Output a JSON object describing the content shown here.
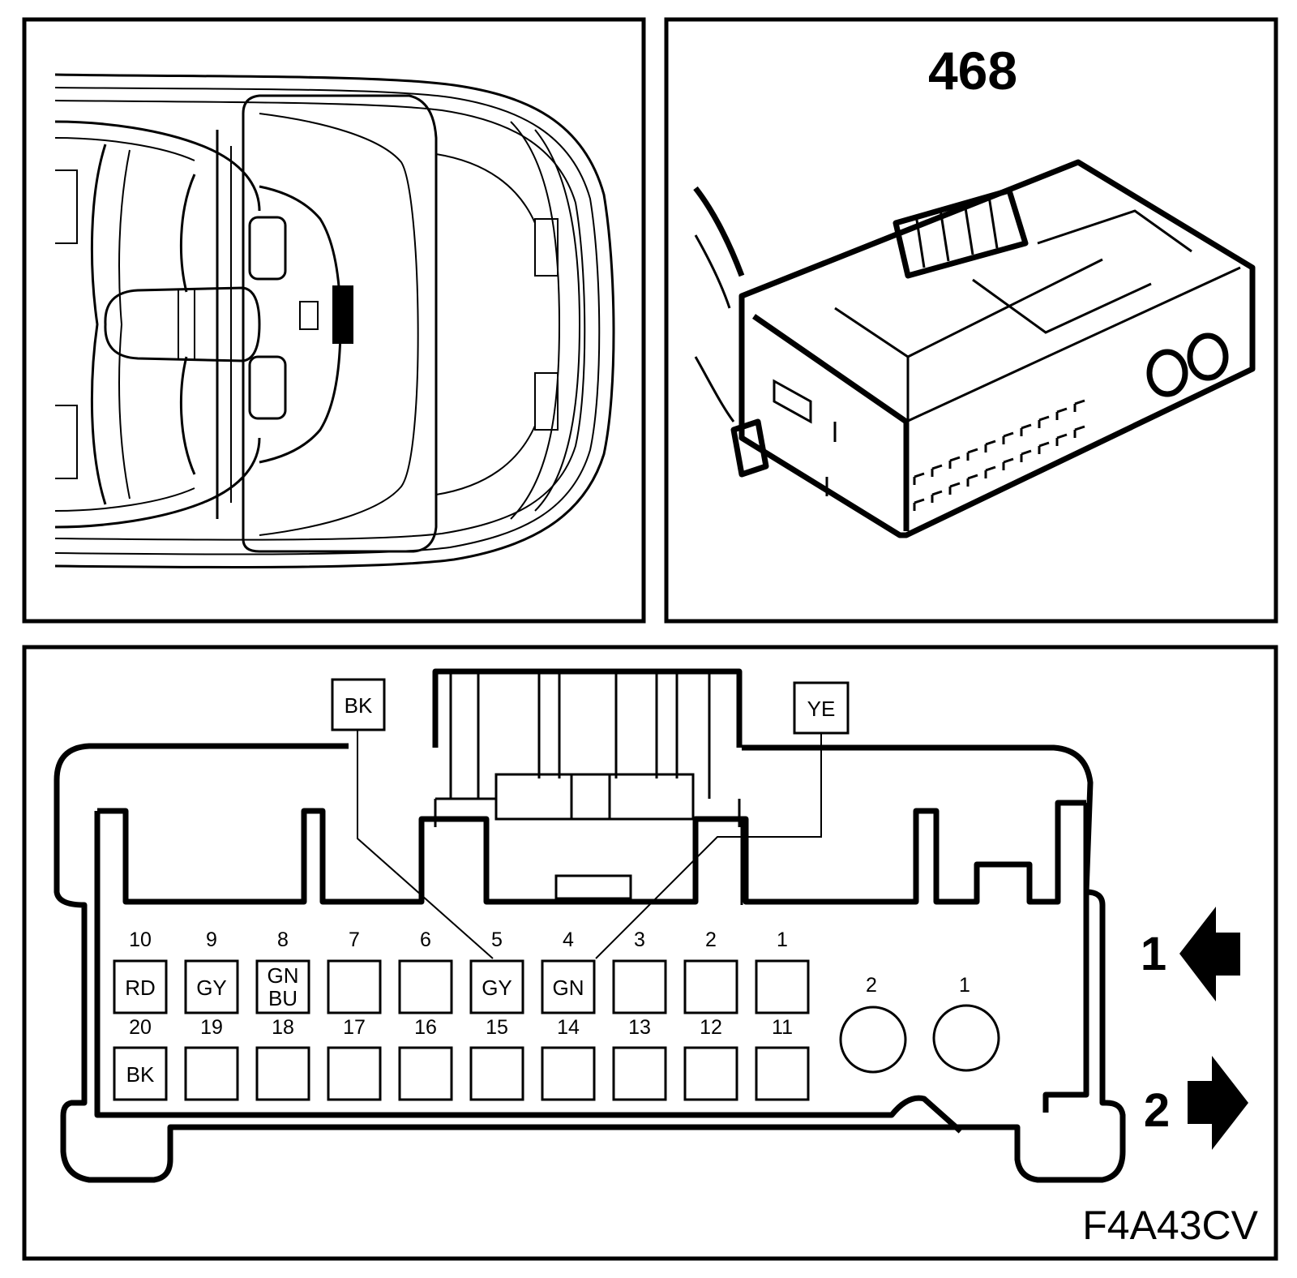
{
  "connector_id": "468",
  "figure_code": "F4A43CV",
  "pins_top": [
    {
      "num": "10",
      "wire": [
        "RD"
      ]
    },
    {
      "num": "9",
      "wire": [
        "GY"
      ]
    },
    {
      "num": "8",
      "wire": [
        "GN",
        "BU"
      ]
    },
    {
      "num": "7",
      "wire": []
    },
    {
      "num": "6",
      "wire": []
    },
    {
      "num": "5",
      "wire": [
        "GY"
      ]
    },
    {
      "num": "4",
      "wire": [
        "GN"
      ]
    },
    {
      "num": "3",
      "wire": []
    },
    {
      "num": "2",
      "wire": []
    },
    {
      "num": "1",
      "wire": []
    }
  ],
  "pins_bottom": [
    {
      "num": "20",
      "wire": [
        "BK"
      ]
    },
    {
      "num": "19",
      "wire": []
    },
    {
      "num": "18",
      "wire": []
    },
    {
      "num": "17",
      "wire": []
    },
    {
      "num": "16",
      "wire": []
    },
    {
      "num": "15",
      "wire": []
    },
    {
      "num": "14",
      "wire": []
    },
    {
      "num": "13",
      "wire": []
    },
    {
      "num": "12",
      "wire": []
    },
    {
      "num": "11",
      "wire": []
    }
  ],
  "round_pins": [
    "2",
    "1"
  ],
  "callouts": [
    {
      "label": "BK",
      "pin": "5"
    },
    {
      "label": "YE",
      "pin": "4"
    }
  ],
  "arrows": [
    {
      "label": "1",
      "direction": "left"
    },
    {
      "label": "2",
      "direction": "right"
    }
  ]
}
